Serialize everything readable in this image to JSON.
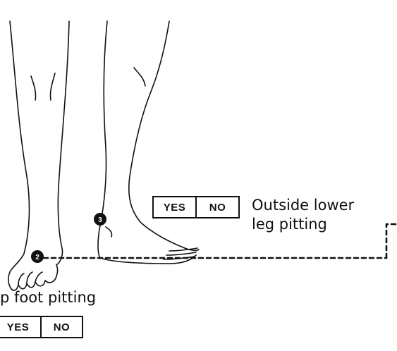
{
  "markers": [
    {
      "id": "2",
      "label": "2"
    },
    {
      "id": "3",
      "label": "3"
    }
  ],
  "items": {
    "top_foot": {
      "label": "p foot pitting",
      "yes": "YES",
      "no": "NO"
    },
    "outside_lower_leg": {
      "label_line1": "Outside lower",
      "label_line2": "leg pitting",
      "yes": "YES",
      "no": "NO"
    }
  },
  "colors": {
    "ink": "#111111",
    "background": "#ffffff"
  }
}
